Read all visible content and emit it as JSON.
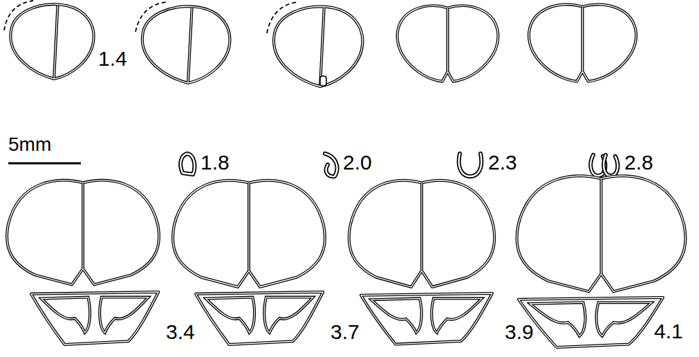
{
  "diagram": {
    "labels": [
      "1.4",
      "5mm",
      "1.8",
      "2.0",
      "2.3",
      "2.8",
      "3.4",
      "3.7",
      "3.9",
      "4.1"
    ]
  }
}
